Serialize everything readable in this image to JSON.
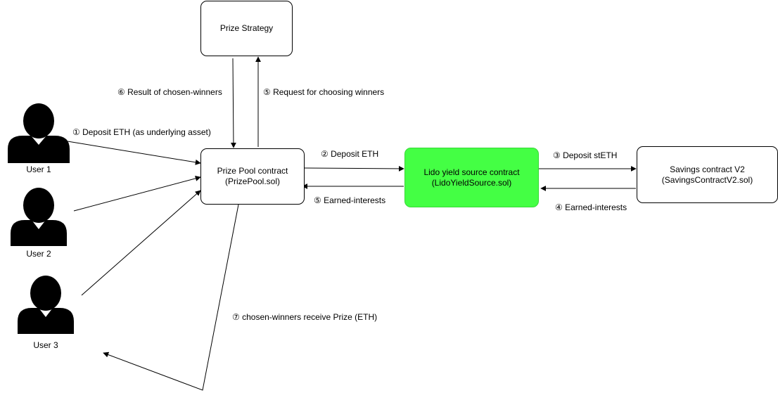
{
  "nodes": {
    "prize_strategy": {
      "label": "Prize Strategy"
    },
    "prize_pool": {
      "line1": "Prize Pool contract",
      "line2": "(PrizePool.sol)"
    },
    "lido_yield_source": {
      "line1": "Lido yield source contract",
      "line2": "(LidoYieldSource.sol)"
    },
    "savings_contract": {
      "line1": "Savings contract V2",
      "line2": "(SavingsContractV2.sol)"
    }
  },
  "users": [
    {
      "label": "User 1"
    },
    {
      "label": "User 2"
    },
    {
      "label": "User 3"
    }
  ],
  "edges": {
    "deposit_eth_underlying": "① Deposit ETH (as underlying asset)",
    "deposit_eth": "② Deposit ETH",
    "deposit_steth": "③ Deposit stETH",
    "earned_interests_savings": "④ Earned-interests",
    "earned_interests_lido": "⑤ Earned-interests",
    "request_choosing_winners": "⑤ Request for choosing winners",
    "result_chosen_winners": "⑥ Result of chosen-winners",
    "winners_receive_prize": "⑦ chosen-winners receive Prize (ETH)"
  },
  "colors": {
    "highlight_fill": "#44ff44",
    "line": "#000000"
  },
  "icons": {
    "user": "person-silhouette-icon"
  }
}
